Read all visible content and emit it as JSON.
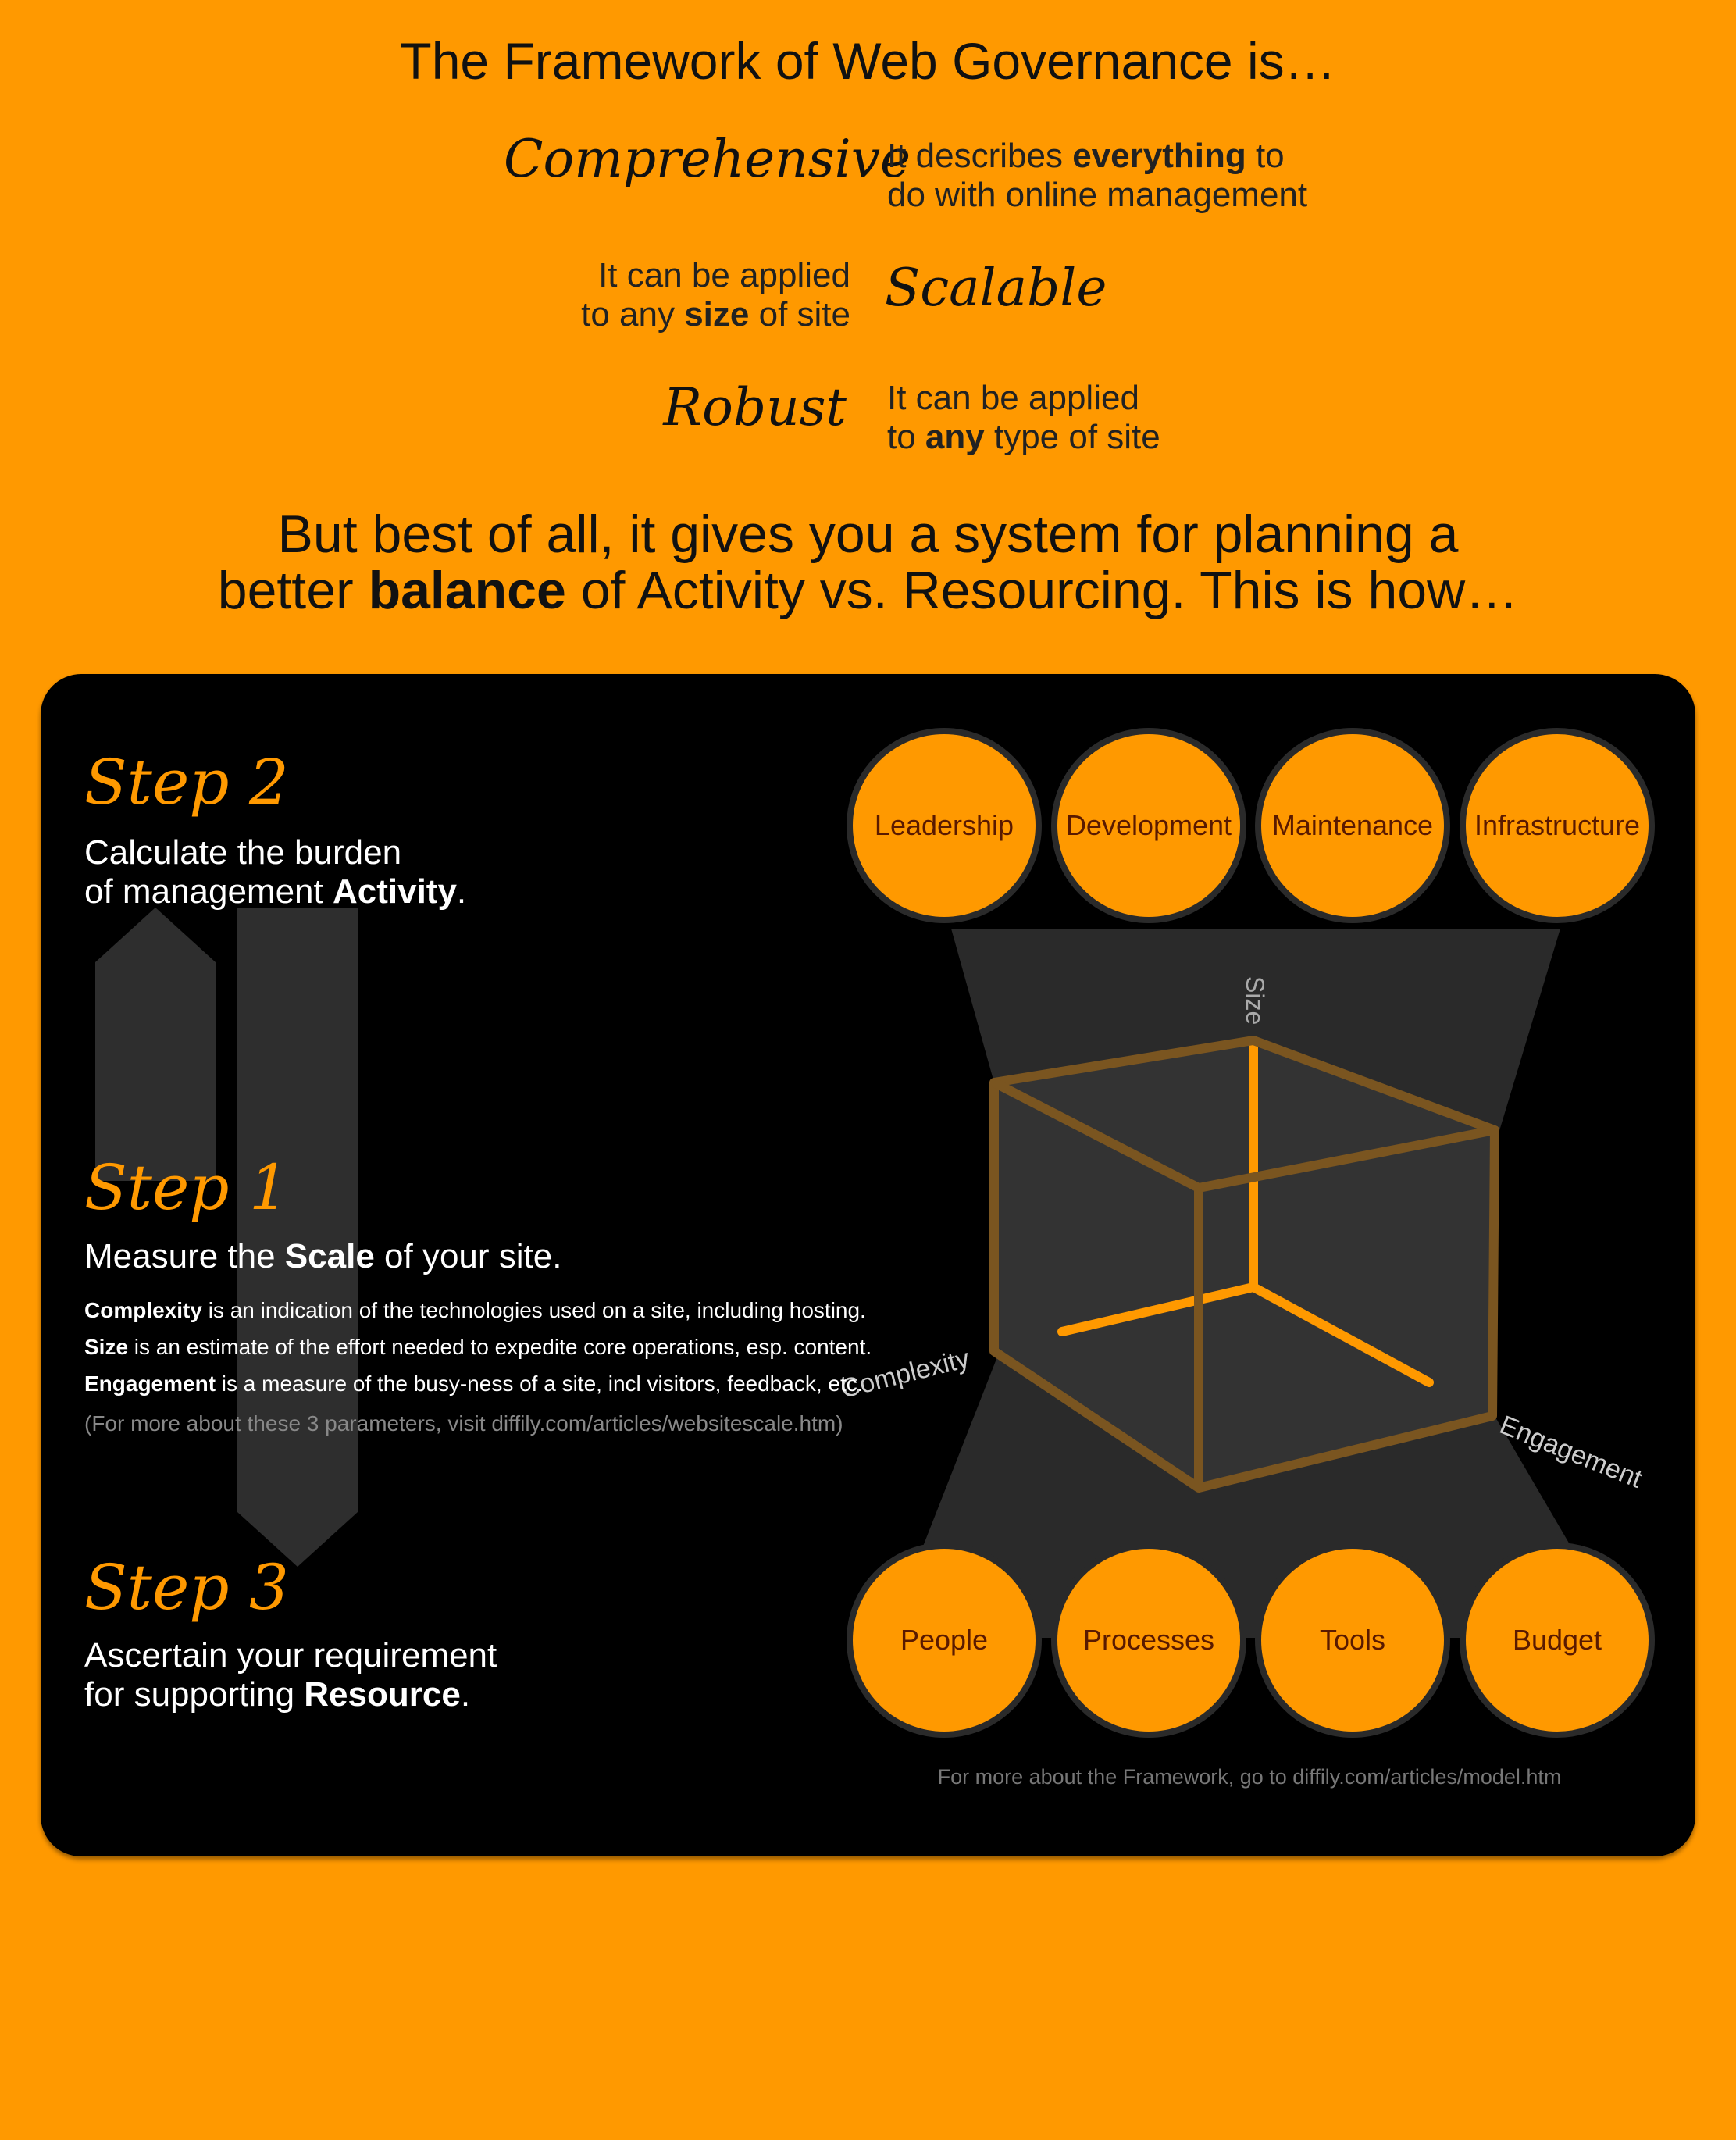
{
  "title": {
    "pre": "The ",
    "bold": "Framework",
    "post": " of Web Governance is…"
  },
  "qualities": [
    {
      "word": "Comprehensive",
      "desc_pre": "It describes ",
      "desc_bold": "everything",
      "desc_post": " to",
      "desc_line2": "do with online management"
    },
    {
      "word": "Scalable",
      "desc_line1": "It can be applied",
      "desc_pre": "to any ",
      "desc_bold": "size",
      "desc_post": " of site"
    },
    {
      "word": "Robust",
      "desc_line1": "It can be applied",
      "desc_pre": "to ",
      "desc_bold": "any",
      "desc_post": " type of site"
    }
  ],
  "lead": {
    "line1": "But best of all, it gives you a system for planning a",
    "pre": "better ",
    "bold": "balance",
    "post": " of Activity vs. Resourcing. This is how…"
  },
  "step2": {
    "title": "Step 2",
    "line1": "Calculate the burden",
    "pre": "of management ",
    "bold": "Activity",
    "post": "."
  },
  "step1": {
    "title": "Step 1",
    "pre": "Measure the ",
    "bold": "Scale",
    "post": " of your site.",
    "params": [
      {
        "bold": "Complexity",
        "text": " is an indication of the technologies used on a site, including hosting."
      },
      {
        "bold": "Size",
        "text": " is an estimate of the effort needed to expedite core operations, esp. content."
      },
      {
        "bold": "Engagement",
        "text": " is a measure of the busy-ness of a site, incl visitors, feedback, etc."
      }
    ],
    "note": "(For more about these 3 parameters, visit diffily.com/articles/websitescale.htm)"
  },
  "step3": {
    "title": "Step 3",
    "line1": "Ascertain your requirement",
    "pre": "for supporting ",
    "bold": "Resource",
    "post": "."
  },
  "activity_circles": [
    "Leadership",
    "Development",
    "Maintenance",
    "Infrastructure"
  ],
  "resource_circles": [
    "People",
    "Processes",
    "Tools",
    "Budget"
  ],
  "axes": {
    "size": "Size",
    "complexity": "Complexity",
    "engagement": "Engagement"
  },
  "footer": "For more about the Framework, go to diffily.com/articles/model.htm",
  "colors": {
    "orange": "#ff9900",
    "panel": "#000000",
    "funnel": "#2a2a2a",
    "cube_edge": "#7a5520"
  }
}
